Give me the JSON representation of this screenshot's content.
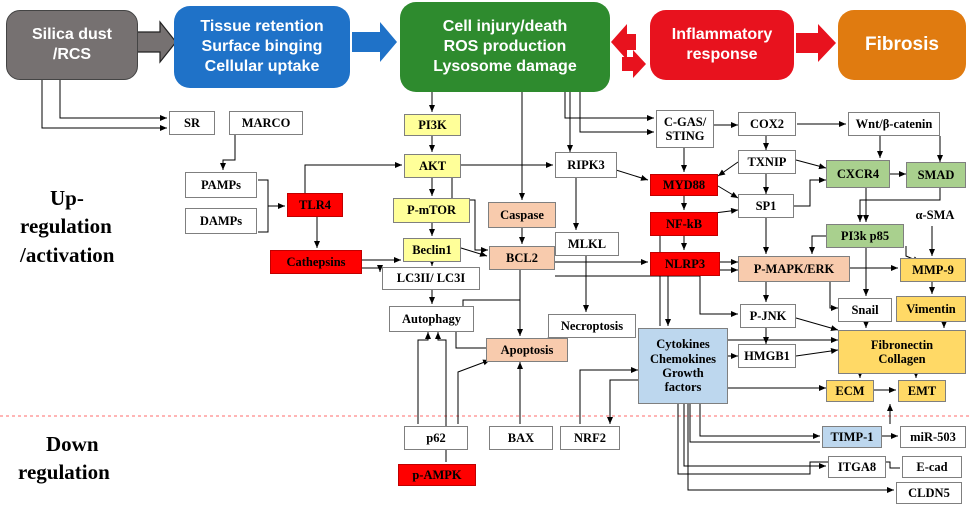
{
  "top_flow": {
    "silica": {
      "line1": "Silica dust",
      "line2": "/RCS",
      "color": "#767171"
    },
    "tissue": {
      "line1": "Tissue retention",
      "line2": "Surface binging",
      "line3": "Cellular uptake",
      "color": "#1f72c8"
    },
    "injury": {
      "line1": "Cell injury/death",
      "line2": "ROS production",
      "line3": "Lysosome damage",
      "color": "#2e8b2e"
    },
    "inflammatory": {
      "line1": "Inflammatory",
      "line2": "response",
      "color": "#e8121e"
    },
    "fibrosis": {
      "label": "Fibrosis",
      "color": "#e07b10"
    }
  },
  "side_labels": {
    "up": {
      "line1": "Up-",
      "line2": "regulation",
      "line3": "/activation"
    },
    "down": {
      "line1": "Down",
      "line2": "regulation"
    }
  },
  "nodes": {
    "sr": "SR",
    "marco": "MARCO",
    "pamps": "PAMPs",
    "damps": "DAMPs",
    "tlr4": "TLR4",
    "cathepsins": "Cathepsins",
    "pi3k": "PI3K",
    "akt": "AKT",
    "pmtor": "P-mTOR",
    "beclin1": "Beclin1",
    "lc3": "LC3II/ LC3I",
    "autophagy": "Autophagy",
    "p62": "p62",
    "pampk": "p-AMPK",
    "caspase": "Caspase",
    "bcl2": "BCL2",
    "apoptosis": "Apoptosis",
    "bax": "BAX",
    "ripk3": "RIPK3",
    "mlkl": "MLKL",
    "necroptosis": "Necroptosis",
    "nrf2": "NRF2",
    "cgas": {
      "line1": "C-GAS/",
      "line2": "STING"
    },
    "myd88": "MYD88",
    "nfkb": "NF-kB",
    "nlrp3": "NLRP3",
    "cox2": "COX2",
    "txnip": "TXNIP",
    "sp1": "SP1",
    "pmapk": "P-MAPK/ERK",
    "pjnk": "P-JNK",
    "hmgb1": "HMGB1",
    "cytokines": {
      "line1": "Cytokines",
      "line2": "Chemokines",
      "line3": "Growth",
      "line4": "factors"
    },
    "wnt": "Wnt/β-catenin",
    "cxcr4": "CXCR4",
    "smad": "SMAD",
    "asma": "α-SMA",
    "pi3kp85": "PI3k p85",
    "mmp9": "MMP-9",
    "snail": "Snail",
    "vimentin": "Vimentin",
    "fibronectin": {
      "line1": "Fibronectin",
      "line2": "Collagen"
    },
    "ecm": "ECM",
    "emt": "EMT",
    "timp1": "TIMP-1",
    "mir503": "miR-503",
    "ecad": "E-cad",
    "itga8": "ITGA8",
    "cldn5": "CLDN5"
  },
  "colors": {
    "red": "#ff0000",
    "yellow": "#ffff99",
    "peach": "#f8cbad",
    "green": "#a9d08e",
    "blue": "#bdd7ee",
    "gold": "#ffd966",
    "divider": "#ff6b6b"
  }
}
